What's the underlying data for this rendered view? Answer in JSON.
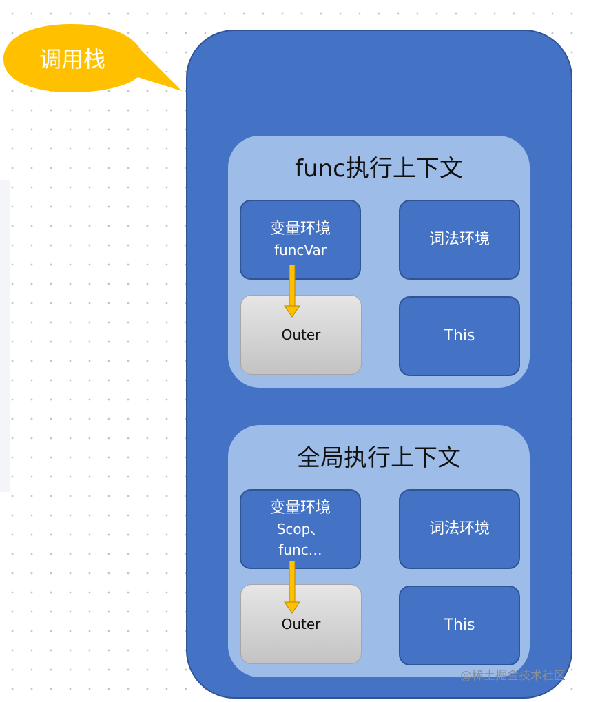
{
  "callout": {
    "label": "调用栈"
  },
  "stack": {
    "contexts": [
      {
        "title": "func执行上下文",
        "variable_env": {
          "label": "变量环境",
          "detail": "funcVar"
        },
        "outer": {
          "label": "Outer"
        },
        "lexical_env": {
          "label": "词法环境"
        },
        "this": {
          "label": "This"
        }
      },
      {
        "title": "全局执行上下文",
        "variable_env": {
          "label": "变量环境",
          "detail_line1": "Scop、",
          "detail_line2": "func…"
        },
        "outer": {
          "label": "Outer"
        },
        "lexical_env": {
          "label": "词法环境"
        },
        "this": {
          "label": "This"
        }
      }
    ]
  },
  "watermark": "@稀土掘金技术社区",
  "colors": {
    "callout": "#ffc000",
    "stack": "#4472c4",
    "context": "#9dbde8",
    "box": "#4472c4",
    "outer": "#d4d4d4",
    "arrow": "#ffc000"
  }
}
